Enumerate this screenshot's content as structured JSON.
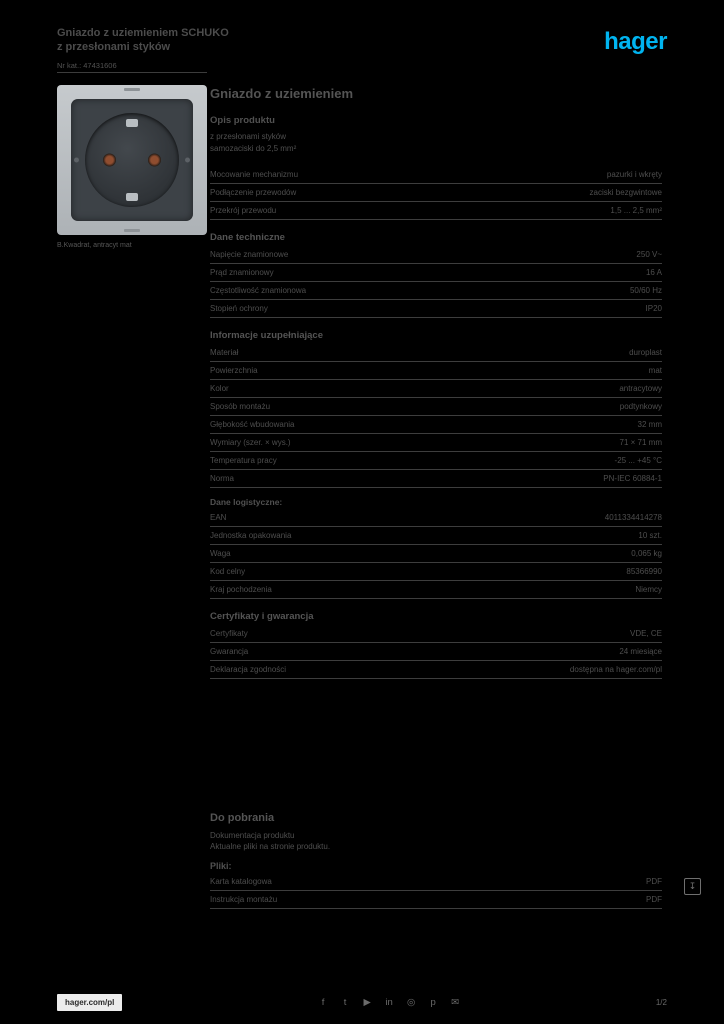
{
  "header": {
    "title_line1": "Gniazdo z uziemieniem SCHUKO",
    "title_line2": "z przesłonami styków",
    "ref_label": "Nr kat.:",
    "ref_value": "47431606",
    "logo_text": "hager"
  },
  "product": {
    "caption": "B.Kwadrat, antracyt mat"
  },
  "main": {
    "heading": "Gniazdo z uziemieniem",
    "subheading": "Opis produktu",
    "features": [
      "z przesłonami styków",
      "samozaciski do 2,5 mm²"
    ],
    "sections": [
      {
        "heading": "",
        "rows": [
          {
            "label": "Mocowanie mechanizmu",
            "value": "pazurki i wkręty"
          },
          {
            "label": "Podłączenie przewodów",
            "value": "zaciski bezgwintowe"
          },
          {
            "label": "Przekrój przewodu",
            "value": "1,5 ... 2,5 mm²"
          }
        ]
      },
      {
        "heading": "Dane techniczne",
        "rows": [
          {
            "label": "Napięcie znamionowe",
            "value": "250 V~"
          },
          {
            "label": "Prąd znamionowy",
            "value": "16 A"
          },
          {
            "label": "Częstotliwość znamionowa",
            "value": "50/60 Hz"
          },
          {
            "label": "Stopień ochrony",
            "value": "IP20"
          }
        ]
      },
      {
        "heading": "Informacje uzupełniające",
        "rows": [
          {
            "label": "Materiał",
            "value": "duroplast"
          },
          {
            "label": "Powierzchnia",
            "value": "mat"
          },
          {
            "label": "Kolor",
            "value": "antracytowy"
          },
          {
            "label": "Sposób montażu",
            "value": "podtynkowy"
          },
          {
            "label": "Głębokość wbudowania",
            "value": "32 mm"
          },
          {
            "label": "Wymiary (szer. × wys.)",
            "value": "71 × 71 mm"
          },
          {
            "label": "Temperatura pracy",
            "value": "-25 ... +45 °C"
          },
          {
            "label": "Norma",
            "value": "PN-IEC 60884-1"
          },
          {
            "subhead": "Dane logistyczne:"
          },
          {
            "label": "EAN",
            "value": "4011334414278"
          },
          {
            "label": "Jednostka opakowania",
            "value": "10 szt."
          },
          {
            "label": "Waga",
            "value": "0,065 kg"
          },
          {
            "label": "Kod celny",
            "value": "85366990"
          },
          {
            "label": "Kraj pochodzenia",
            "value": "Niemcy"
          }
        ]
      },
      {
        "heading": "Certyfikaty i gwarancja",
        "rows": [
          {
            "label": "Certyfikaty",
            "value": "VDE, CE"
          },
          {
            "label": "Gwarancja",
            "value": "24 miesiące"
          },
          {
            "label": "Deklaracja zgodności",
            "value": "dostępna na hager.com/pl"
          }
        ]
      }
    ]
  },
  "downloads": {
    "heading": "Do pobrania",
    "intro": "Dokumentacja produktu",
    "note": "Aktualne pliki na stronie produktu.",
    "subhead": "Pliki:",
    "rows": [
      {
        "label": "Karta katalogowa",
        "value": "PDF"
      },
      {
        "label": "Instrukcja montażu",
        "value": "PDF"
      }
    ],
    "doc_icon_glyph": "↧"
  },
  "footer": {
    "site": "hager.com/pl",
    "icons": [
      "facebook-icon",
      "twitter-icon",
      "youtube-icon",
      "linkedin-icon",
      "instagram-icon",
      "pinterest-icon",
      "mail-icon"
    ],
    "icon_glyphs": {
      "facebook-icon": "f",
      "twitter-icon": "t",
      "youtube-icon": "▶",
      "linkedin-icon": "in",
      "instagram-icon": "◎",
      "pinterest-icon": "p",
      "mail-icon": "✉"
    },
    "page_info": "1/2"
  },
  "colors": {
    "accent": "#00b4f0",
    "text": "#4f4f4f",
    "line": "#3d3d3d",
    "frame": "#b9bec2",
    "plate": "#3d4247"
  }
}
